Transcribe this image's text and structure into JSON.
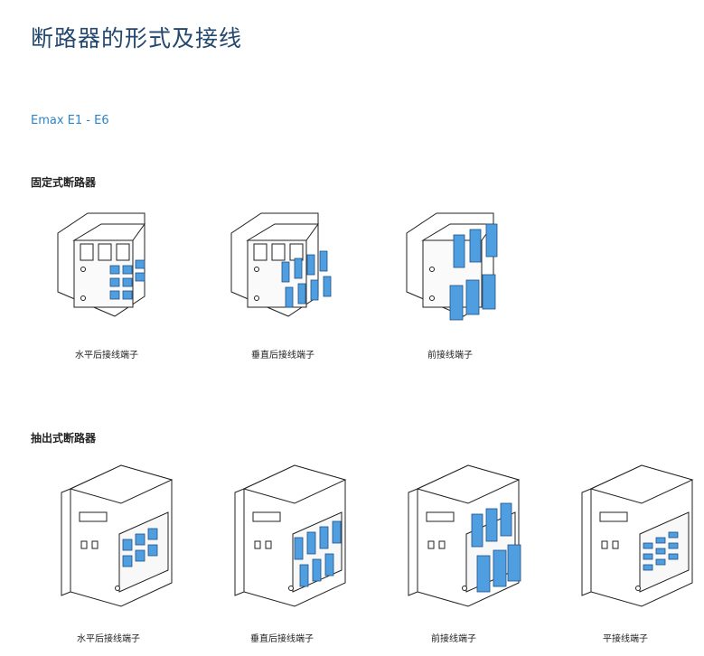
{
  "page": {
    "title": "断路器的形式及接线",
    "series": "Emax E1 - E6"
  },
  "fixed": {
    "heading": "固定式断路器",
    "items": [
      {
        "caption": "水平后接线端子"
      },
      {
        "caption": "垂直后接线端子"
      },
      {
        "caption": "前接线端子"
      }
    ]
  },
  "withdrawable": {
    "heading": "抽出式断路器",
    "items": [
      {
        "caption": "水平后接线端子"
      },
      {
        "caption": "垂直后接线端子"
      },
      {
        "caption": "前接线端子"
      },
      {
        "caption": "平接线端子"
      }
    ]
  },
  "colors": {
    "title": "#24486e",
    "accent": "#2d83c8",
    "terminal": "#4f9fe0",
    "line": "#222222"
  }
}
